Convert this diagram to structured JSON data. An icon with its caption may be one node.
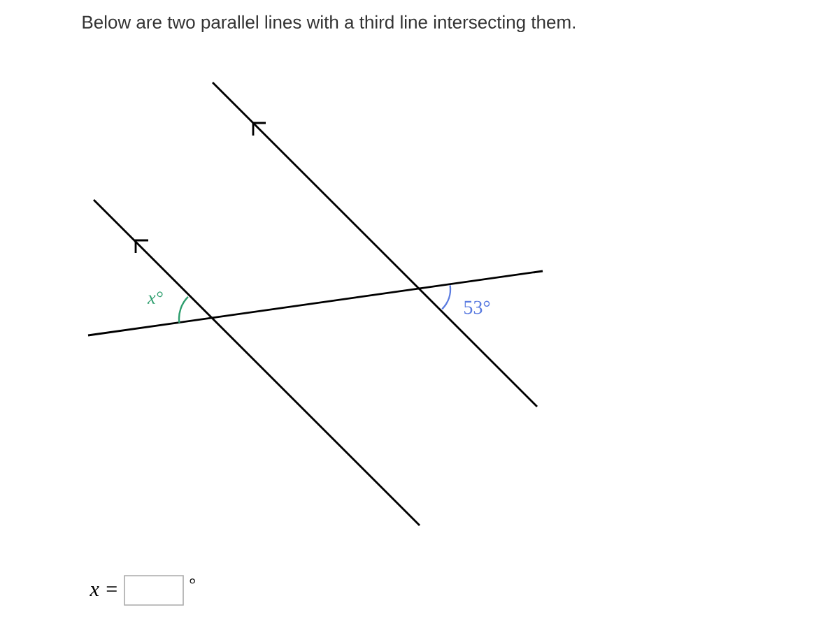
{
  "diagram": {
    "title": "Below are two parallel lines with a third line intersecting them.",
    "labels": [
      "x°",
      "53°",
      "x =",
      "°"
    ]
  }
}
